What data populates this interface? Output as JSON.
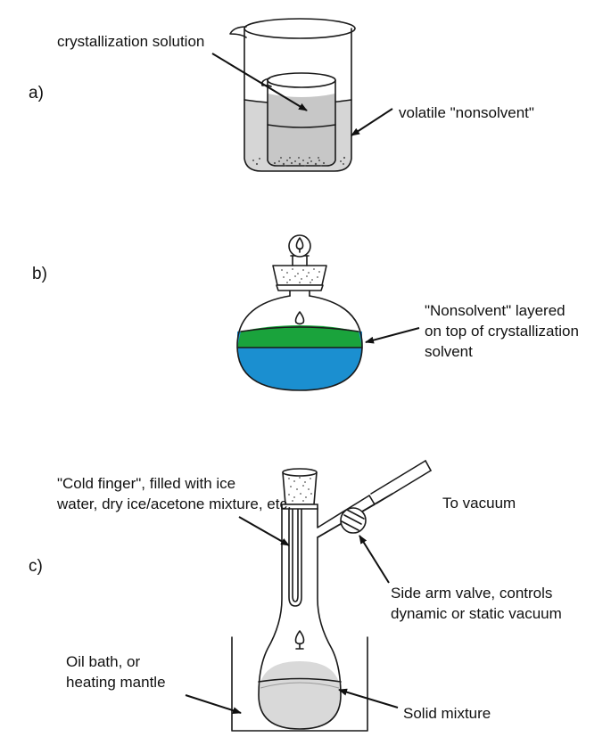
{
  "diagram_a": {
    "part_label": "a)",
    "labels": {
      "crystallization_solution": "crystallization solution",
      "volatile_nonsolvent": "volatile \"nonsolvent\""
    },
    "colors": {
      "liquid": "#d6d6d6",
      "speckle": "#555555"
    }
  },
  "diagram_b": {
    "part_label": "b)",
    "labels": {
      "layered_line1": "\"Nonsolvent\" layered",
      "layered_line2": "on top of crystallization",
      "layered_line3": "solvent"
    },
    "colors": {
      "top_layer": "#1aa33c",
      "bottom_layer": "#1b8fd0"
    }
  },
  "diagram_c": {
    "part_label": "c)",
    "labels": {
      "cold_finger_line1": "\"Cold finger\", filled with ice",
      "cold_finger_line2": "water, dry ice/acetone mixture, etc.",
      "to_vacuum": "To vacuum",
      "side_arm_line1": "Side arm valve, controls",
      "side_arm_line2": "dynamic or static vacuum",
      "oil_bath_line1": "Oil bath, or",
      "oil_bath_line2": "heating mantle",
      "solid_mixture": "Solid mixture"
    },
    "colors": {
      "solid": "#d9d9d9"
    }
  }
}
